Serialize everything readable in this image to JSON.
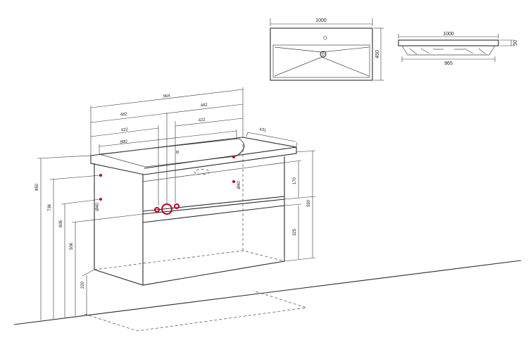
{
  "colors": {
    "line": "#2a2a2a",
    "marker": "#c0001a",
    "background": "#ffffff"
  },
  "top_view": {
    "width": "1000",
    "depth": "450"
  },
  "side_view": {
    "width": "1000",
    "bowl_width": "965",
    "height": "50"
  },
  "main_view": {
    "width_total": "964",
    "width_left": "482",
    "width_right": "482",
    "offset_left": "422",
    "offset_right": "422",
    "inner_width": "880",
    "depth": "431",
    "total_height": "850",
    "height_736": "736",
    "height_606": "606",
    "height_506": "506",
    "floor_gap": "220",
    "cabinet_height": "590",
    "drawer_top": "170",
    "drawer_bottom": "325",
    "pipe_left": "Ø40",
    "pipe_right": "Ø40"
  }
}
